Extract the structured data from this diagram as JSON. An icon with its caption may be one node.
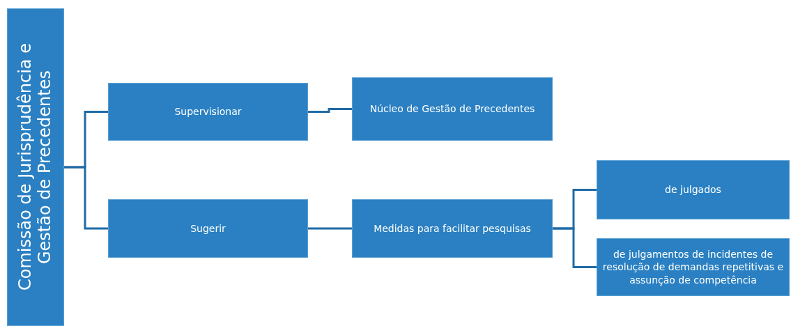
{
  "diagram": {
    "nodes": [
      {
        "text": [
          "Comissão de Jurisprudência e Gestão de Precedentes"
        ]
      },
      {
        "text": [
          "Supervisionar"
        ]
      },
      {
        "text": [
          "Núcleo de Gestão de Precedentes"
        ]
      },
      {
        "text": [
          "Sugerir"
        ]
      },
      {
        "text": [
          "Medidas para facilitar pesquisas"
        ]
      },
      {
        "text": [
          "de julgados"
        ]
      },
      {
        "text": [
          "de julgamentos de incidentes de resolução de demandas repetitivas e assunção de competência"
        ]
      }
    ],
    "edges": [
      {
        "from": 0,
        "to": 1,
        "arrow": "none"
      },
      {
        "from": 0,
        "to": 3,
        "arrow": "none"
      },
      {
        "from": 1,
        "to": 2,
        "arrow": "none"
      },
      {
        "from": 3,
        "to": 4,
        "arrow": "none"
      },
      {
        "from": 4,
        "to": 5,
        "arrow": "none"
      },
      {
        "from": 4,
        "to": 6,
        "arrow": "none"
      }
    ]
  }
}
